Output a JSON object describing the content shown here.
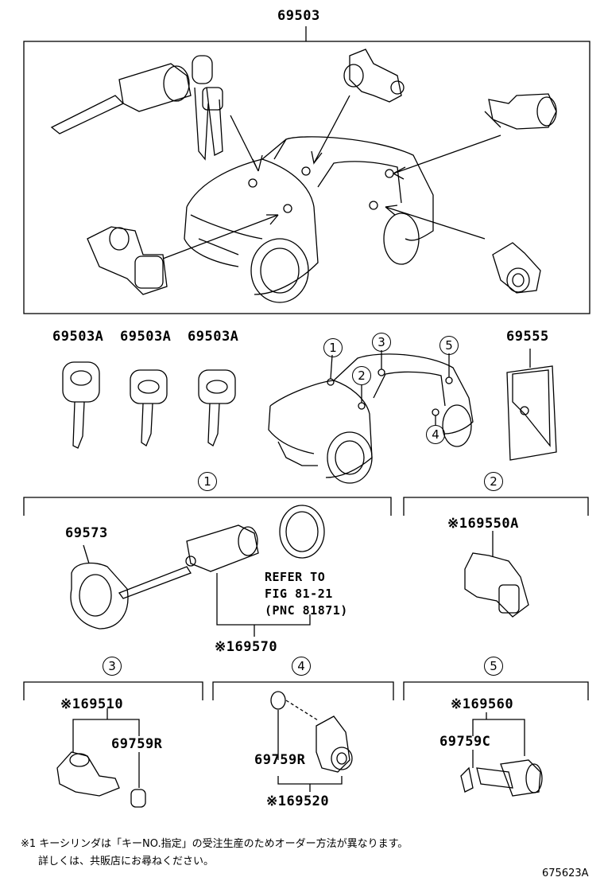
{
  "top_assembly": {
    "part_no": "69503"
  },
  "keys": [
    {
      "part_no": "69503A"
    },
    {
      "part_no": "69503A"
    },
    {
      "part_no": "69503A"
    }
  ],
  "key_plate": {
    "part_no": "69555"
  },
  "location_markers": [
    "1",
    "2",
    "3",
    "4",
    "5"
  ],
  "group1": {
    "marker": "1",
    "parts": {
      "retainer": "69573",
      "cylinder": "※169570"
    },
    "refer": [
      "REFER TO",
      "FIG 81-21",
      "(PNC 81871)"
    ]
  },
  "group2": {
    "marker": "2",
    "parts": {
      "lock": "※169550A"
    }
  },
  "group3": {
    "marker": "3",
    "parts": {
      "cylinder": "※169510",
      "rod": "69759R"
    }
  },
  "group4": {
    "marker": "4",
    "parts": {
      "rod": "69759R",
      "cylinder": "※169520"
    }
  },
  "group5": {
    "marker": "5",
    "parts": {
      "cylinder": "※169560",
      "rod": "69759C"
    }
  },
  "footnote": {
    "line1": "※1 キーシリンダは「キーNO.指定」の受注生産のためオーダー方法が異なります。",
    "line2": "詳しくは、共販店にお尋ねください。"
  },
  "catalog_id": "675623A"
}
